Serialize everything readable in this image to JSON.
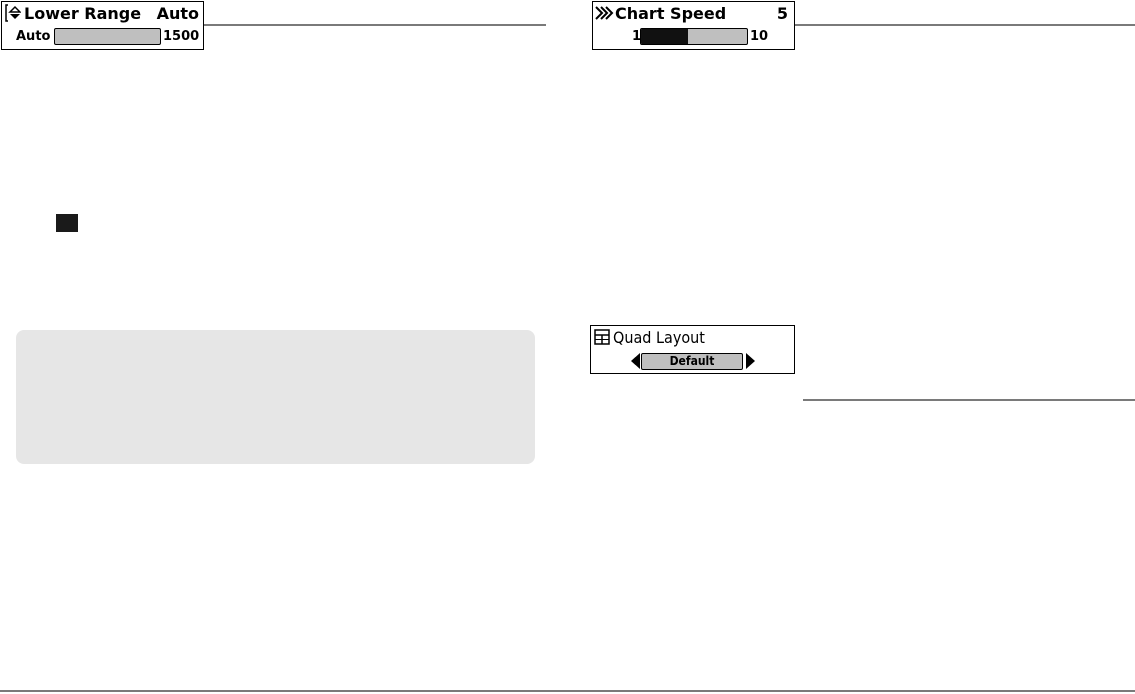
{
  "lower_range": {
    "title": "Lower Range",
    "value": "Auto",
    "min_label": "Auto",
    "max_label": "1500",
    "level_fraction": 0,
    "icon": "depth-range-icon"
  },
  "chart_speed": {
    "title": "Chart Speed",
    "value": "5",
    "min_label": "1",
    "max_label": "10",
    "level_fraction": 0.444,
    "icon": "fast-forward-icon"
  },
  "quad_layout": {
    "title": "Quad Layout",
    "selected": "Default",
    "icon": "quad-grid-icon"
  },
  "colors": {
    "track": "#bfbfbf",
    "fill": "#111111",
    "note_box": "#e6e6e6",
    "rule": "#7a7a7a"
  }
}
